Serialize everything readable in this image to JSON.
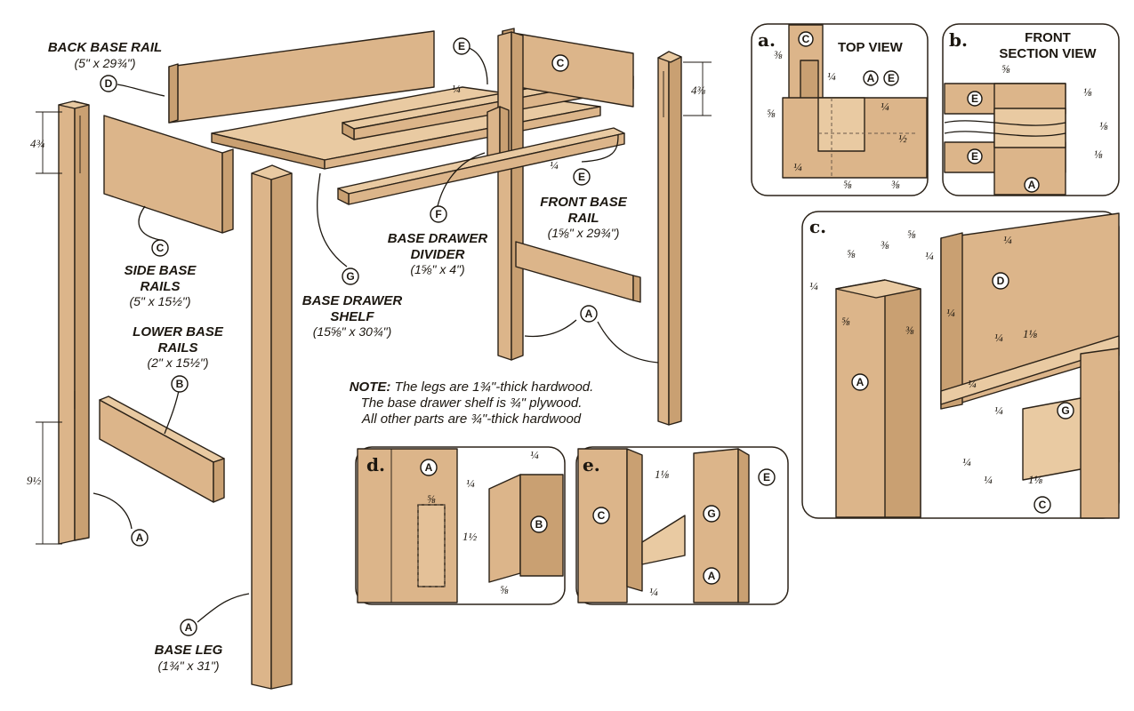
{
  "parts": {
    "back_base_rail": {
      "name": "BACK BASE RAIL",
      "size": "(5\" x 29¾\")",
      "tag": "D"
    },
    "side_base_rails": {
      "name_line1": "SIDE BASE",
      "name_line2": "RAILS",
      "size": "(5\" x 15½\")",
      "tag": "C"
    },
    "lower_base_rails": {
      "name_line1": "LOWER BASE",
      "name_line2": "RAILS",
      "size": "(2\" x 15½\")",
      "tag": "B"
    },
    "base_leg": {
      "name": "BASE LEG",
      "size": "(1¾\" x 31\")",
      "tag": "A"
    },
    "base_drawer_shelf": {
      "name_line1": "BASE DRAWER",
      "name_line2": "SHELF",
      "size": "(15⅝\" x 30¾\")",
      "tag": "G"
    },
    "base_drawer_divider": {
      "name_line1": "BASE DRAWER",
      "name_line2": "DIVIDER",
      "size": "(1⅝\" x 4\")",
      "tag": "F"
    },
    "front_base_rail": {
      "name_line1": "FRONT BASE",
      "name_line2": "RAIL",
      "size": "(1⅝\" x 29¾\")",
      "tag": "E"
    }
  },
  "dimensions": {
    "leg_top_slot": "4¾",
    "leg_bottom_slot": "9½",
    "right_leg_top": "4⅜",
    "quarter": "¼"
  },
  "note": {
    "label": "NOTE:",
    "line1": "The legs are 1¾\"-thick hardwood.",
    "line2": "The base drawer shelf is ¾\" plywood.",
    "line3": "All other parts are ¾\"-thick hardwood"
  },
  "detail_a": {
    "letter": "a.",
    "title": "TOP VIEW",
    "dims": [
      "⅜",
      "¼",
      "⅝",
      "¼",
      "½",
      "¼",
      "⅝",
      "⅜"
    ],
    "tags": [
      "C",
      "A",
      "E"
    ]
  },
  "detail_b": {
    "letter": "b.",
    "title_line1": "FRONT",
    "title_line2": "SECTION VIEW",
    "dims": [
      "⅝",
      "⅛",
      "⅛",
      "⅛"
    ],
    "tags": [
      "E",
      "E",
      "A"
    ]
  },
  "detail_c": {
    "letter": "c.",
    "dims": [
      "⅝",
      "⅜",
      "⅝",
      "¼",
      "¼",
      "¼",
      "⅝",
      "⅜",
      "¼",
      "¼",
      "1⅛",
      "¼",
      "¼",
      "¼",
      "¼",
      "1⅛"
    ],
    "tags": [
      "D",
      "A",
      "G",
      "C"
    ]
  },
  "detail_d": {
    "letter": "d.",
    "dims": [
      "¼",
      "⅝",
      "¼",
      "1½",
      "⅝"
    ],
    "tags": [
      "A",
      "B"
    ]
  },
  "detail_e": {
    "letter": "e.",
    "dims": [
      "1⅛",
      "¼"
    ],
    "tags": [
      "E",
      "C",
      "G",
      "A"
    ]
  },
  "colors": {
    "wood": "#dcb58a",
    "wood_dark": "#c9a072",
    "wood_light": "#e9caa2",
    "outline": "#2b2218"
  }
}
